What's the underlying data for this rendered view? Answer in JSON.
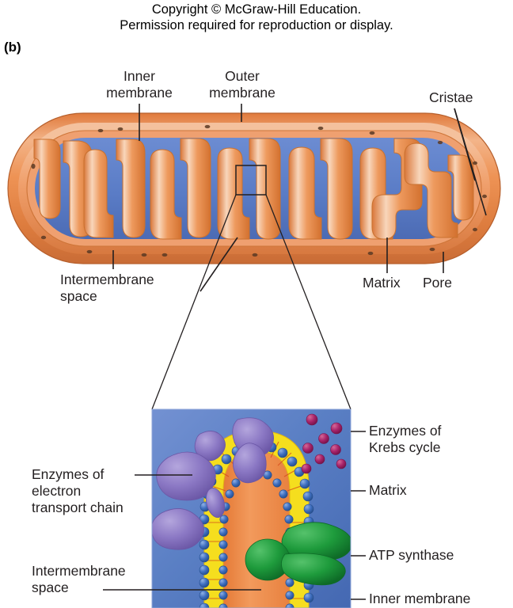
{
  "figure": {
    "copyright": "Copyright © McGraw-Hill Education.\nPermission required for reproduction or display.",
    "panel_letter": "(b)",
    "subject": "mitochondrion structure"
  },
  "overview_labels": {
    "inner_membrane": "Inner\nmembrane",
    "outer_membrane": "Outer\nmembrane",
    "cristae": "Cristae",
    "intermembrane_space": "Intermembrane\nspace",
    "matrix": "Matrix",
    "pore": "Pore"
  },
  "inset_labels": {
    "enzymes_krebs": "Enzymes of\nKrebs cycle",
    "matrix": "Matrix",
    "atp_synthase": "ATP synthase",
    "inner_membrane": "Inner membrane",
    "enzymes_etc": "Enzymes of\nelectron\ntransport chain",
    "intermembrane_space": "Intermembrane\nspace"
  },
  "colors": {
    "membrane_orange": "#E8854B",
    "membrane_orange_light": "#F6C3A2",
    "membrane_orange_dark": "#C96C36",
    "matrix_blue": "#5C7FCB",
    "matrix_blue_dark": "#4A68B4",
    "inset_bg_blue": "#5A7FC4",
    "bilayer_yellow": "#F5DE1E",
    "head_blue": "#3F6FC0",
    "etc_purple": "#8B78C4",
    "atp_green": "#1E9B3C",
    "krebs_magenta": "#A8246A",
    "matrix_orange": "#ED8B4E",
    "leader_line": "#231f20"
  }
}
